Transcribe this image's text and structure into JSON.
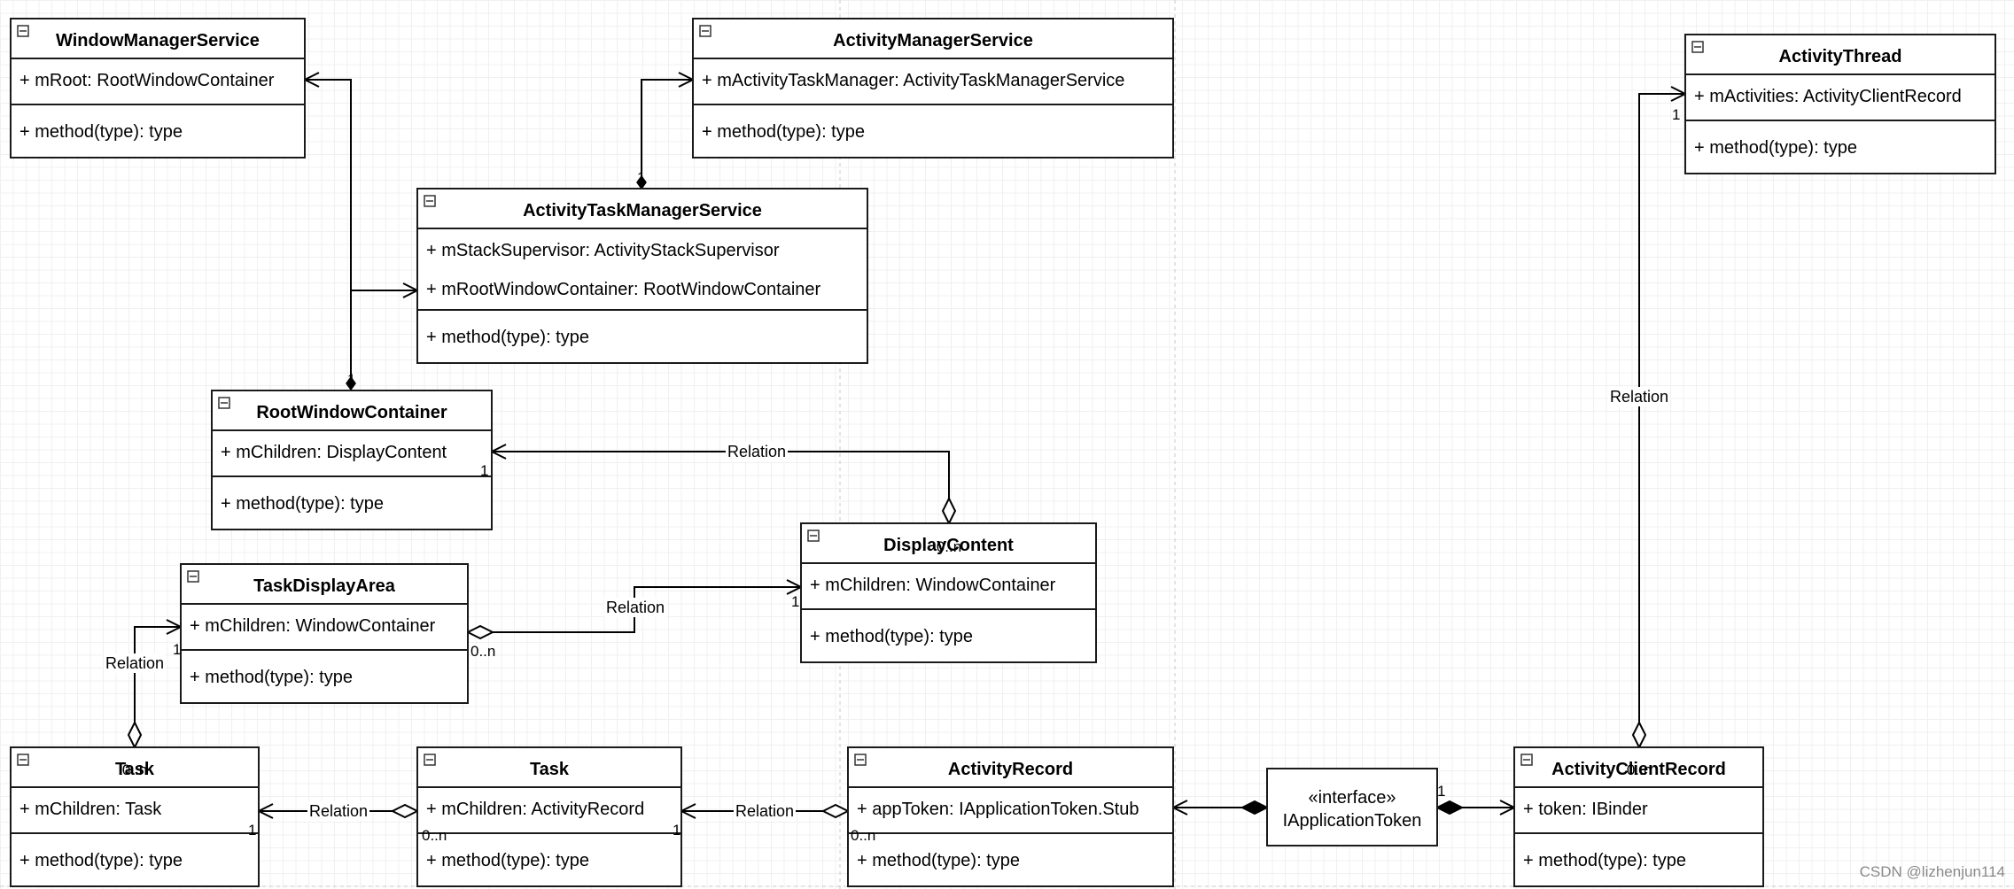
{
  "classes": [
    {
      "title": "WindowManagerService",
      "attrs": [
        "+ mRoot: RootWindowContainer"
      ],
      "methods": [
        "+ method(type): type"
      ]
    },
    {
      "title": "ActivityManagerService",
      "attrs": [
        "+ mActivityTaskManager: ActivityTaskManagerService"
      ],
      "methods": [
        "+ method(type): type"
      ]
    },
    {
      "title": "ActivityThread",
      "attrs": [
        "+ mActivities: ActivityClientRecord"
      ],
      "methods": [
        "+ method(type): type"
      ]
    },
    {
      "title": "ActivityTaskManagerService",
      "attrs": [
        "+ mStackSupervisor: ActivityStackSupervisor",
        "+ mRootWindowContainer: RootWindowContainer"
      ],
      "methods": [
        "+ method(type): type"
      ]
    },
    {
      "title": "RootWindowContainer",
      "attrs": [
        "+ mChildren: DisplayContent"
      ],
      "methods": [
        "+ method(type): type"
      ]
    },
    {
      "title": "DisplayContent",
      "attrs": [
        "+ mChildren: WindowContainer"
      ],
      "methods": [
        "+ method(type): type"
      ]
    },
    {
      "title": "TaskDisplayArea",
      "attrs": [
        "+ mChildren: WindowContainer"
      ],
      "methods": [
        "+ method(type): type"
      ]
    },
    {
      "title": "Task",
      "attrs": [
        "+ mChildren: Task"
      ],
      "methods": [
        "+ method(type): type"
      ]
    },
    {
      "title": "Task",
      "attrs": [
        "+ mChildren: ActivityRecord"
      ],
      "methods": [
        "+ method(type): type"
      ]
    },
    {
      "title": "ActivityRecord",
      "attrs": [
        "+ appToken: IApplicationToken.Stub"
      ],
      "methods": [
        "+ method(type): type"
      ]
    },
    {
      "title": "ActivityClientRecord",
      "attrs": [
        "+ token: IBinder"
      ],
      "methods": [
        "+ method(type): type"
      ]
    }
  ],
  "interface": {
    "stereotype": "«interface»",
    "name": "IApplicationToken"
  },
  "edge_labels": [
    "Relation",
    "Relation",
    "Relation",
    "Relation",
    "Relation",
    "Relation"
  ],
  "multiplicities": [
    "1",
    "1",
    "1",
    "1",
    "1",
    "1",
    "1",
    "1",
    "1",
    "0..n",
    "0..n",
    "0..n",
    "0..n",
    "0..n",
    "0..n",
    "1",
    "1"
  ],
  "watermark": "CSDN @lizhenjun114"
}
